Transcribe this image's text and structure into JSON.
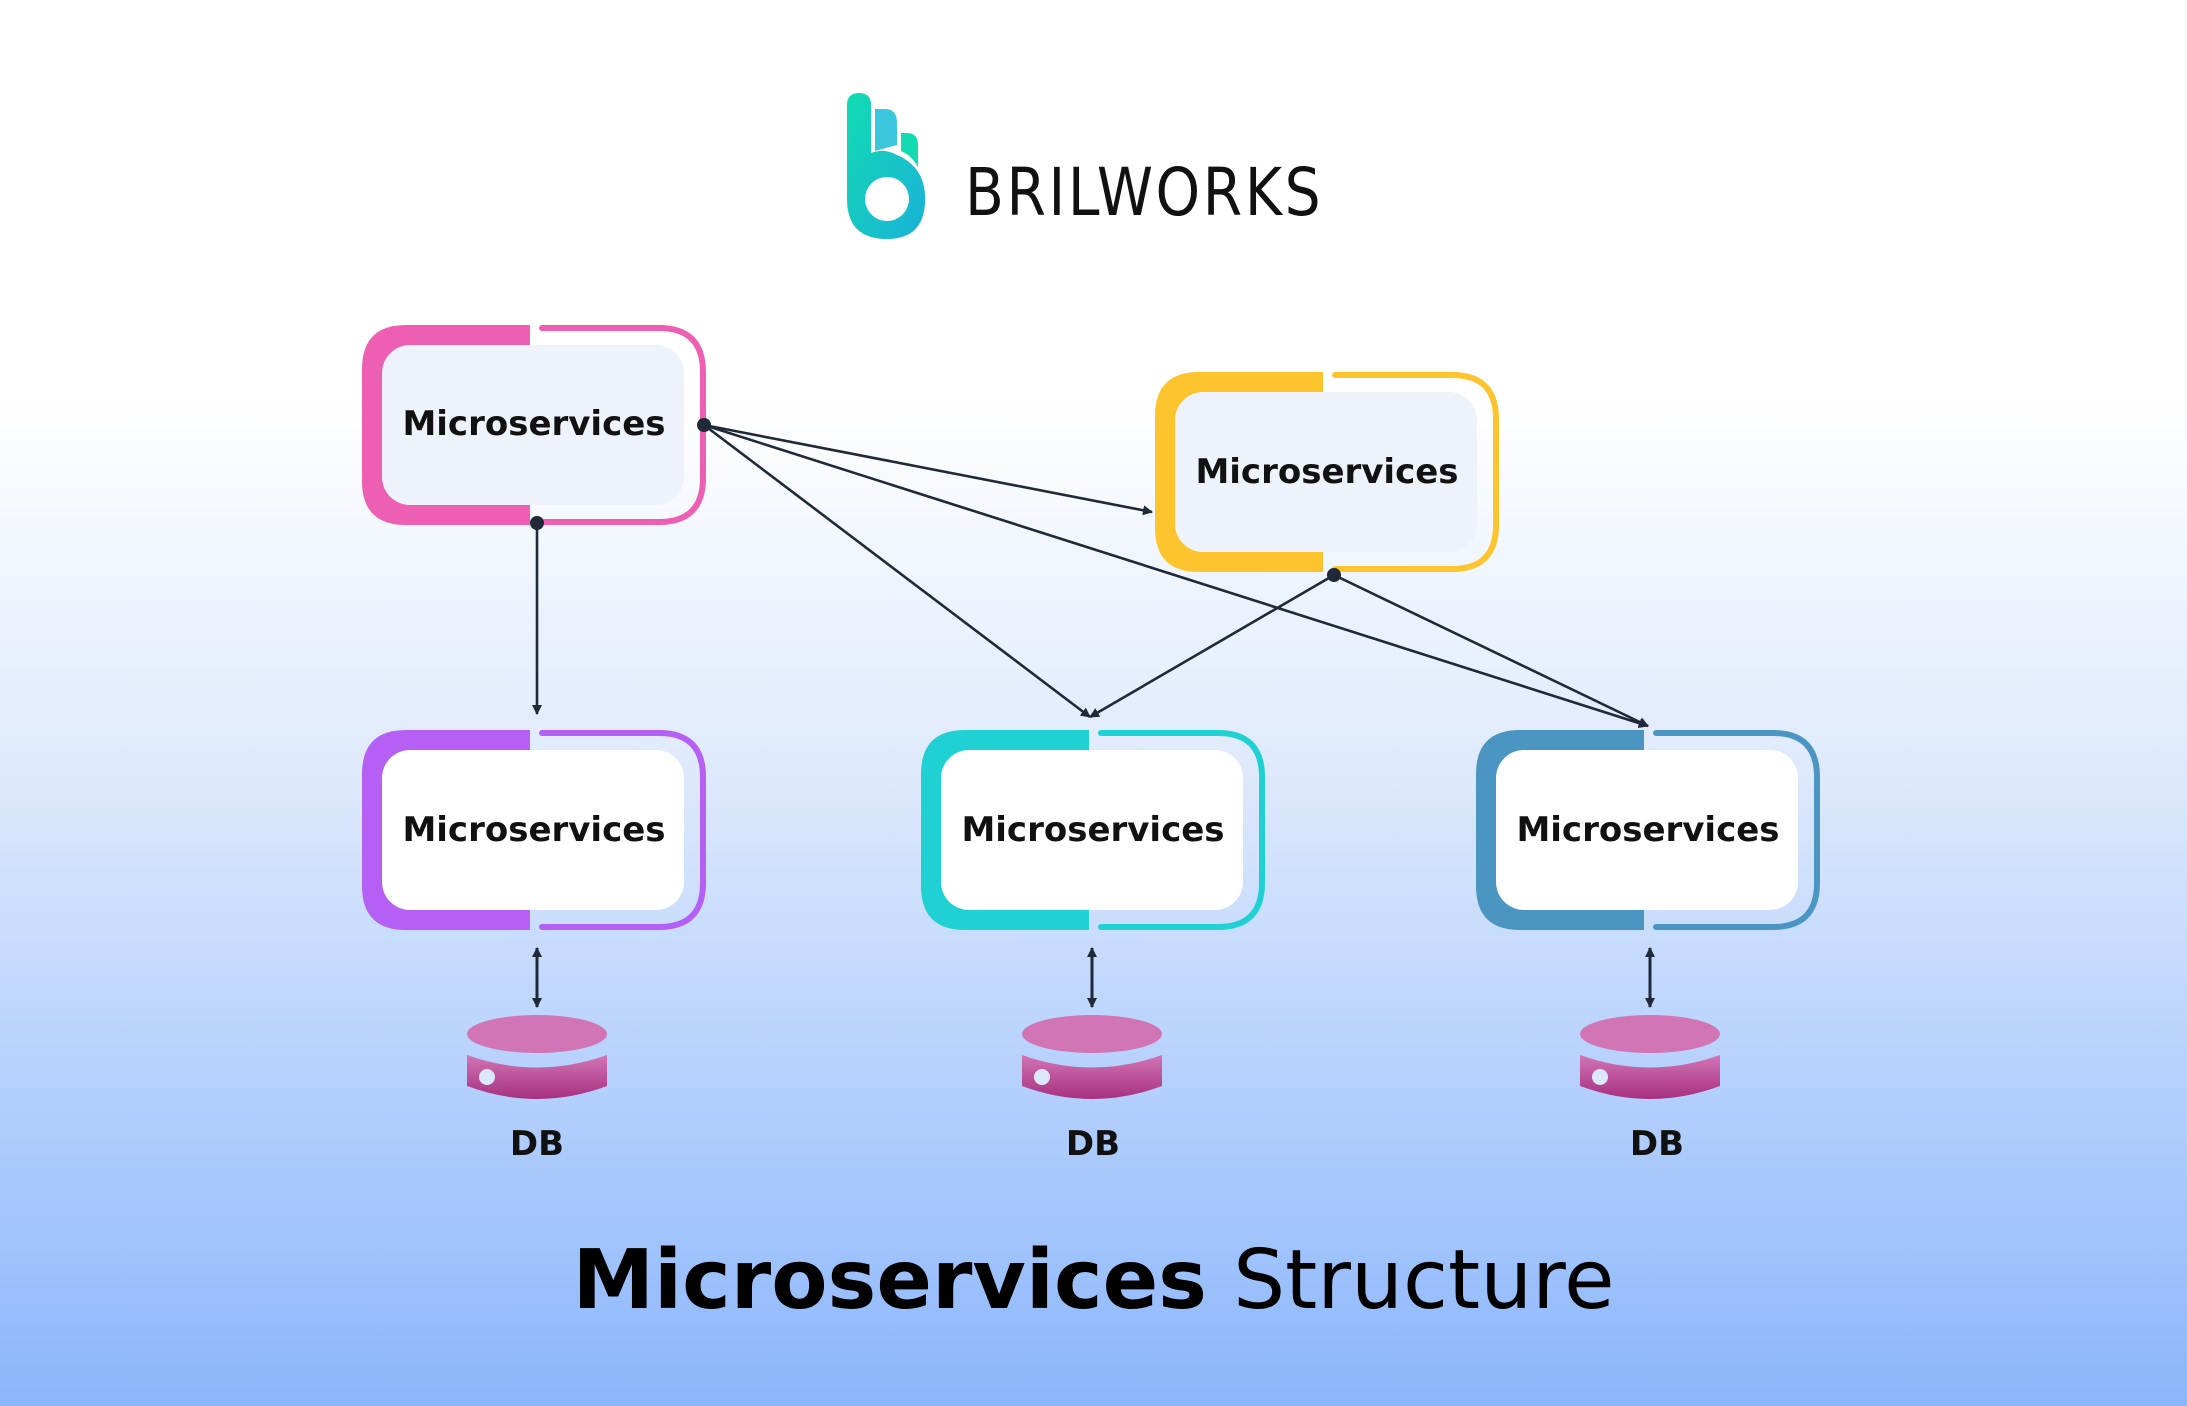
{
  "brand": {
    "name": "BRILWORKS",
    "logo_icon": "brilworks-b-logo-icon",
    "colors": {
      "logo_gradient_start": "#12dbb2",
      "logo_gradient_end": "#1ab2d8"
    }
  },
  "diagram": {
    "nodes": [
      {
        "id": "ms-top-left",
        "label": "Microservices",
        "color": "#ec5fb2",
        "inner": "#eef3fb"
      },
      {
        "id": "ms-top-right",
        "label": "Microservices",
        "color": "#fdc42d",
        "inner": "#eef3fb"
      },
      {
        "id": "ms-bottom-left",
        "label": "Microservices",
        "color": "#b55ff5",
        "inner": "#ffffff"
      },
      {
        "id": "ms-bottom-center",
        "label": "Microservices",
        "color": "#20d1d4",
        "inner": "#ffffff"
      },
      {
        "id": "ms-bottom-right",
        "label": "Microservices",
        "color": "#4b95c2",
        "inner": "#ffffff"
      }
    ],
    "databases": [
      {
        "id": "db-left",
        "label": "DB",
        "connected_to": "ms-bottom-left"
      },
      {
        "id": "db-center",
        "label": "DB",
        "connected_to": "ms-bottom-center"
      },
      {
        "id": "db-right",
        "label": "DB",
        "connected_to": "ms-bottom-right"
      }
    ],
    "edges": [
      {
        "from": "ms-top-left",
        "to": "ms-top-right",
        "type": "one-way"
      },
      {
        "from": "ms-top-left",
        "to": "ms-bottom-left",
        "type": "one-way"
      },
      {
        "from": "ms-top-left",
        "to": "ms-bottom-center",
        "type": "one-way"
      },
      {
        "from": "ms-top-left",
        "to": "ms-bottom-right",
        "type": "one-way"
      },
      {
        "from": "ms-top-right",
        "to": "ms-bottom-center",
        "type": "one-way"
      },
      {
        "from": "ms-top-right",
        "to": "ms-bottom-right",
        "type": "one-way"
      },
      {
        "from": "ms-bottom-left",
        "to": "db-left",
        "type": "two-way"
      },
      {
        "from": "ms-bottom-center",
        "to": "db-center",
        "type": "two-way"
      },
      {
        "from": "ms-bottom-right",
        "to": "db-right",
        "type": "two-way"
      }
    ],
    "db_color_top": "#d175b5",
    "db_color_bottom": "#a7307f",
    "line_color": "#1f2937"
  },
  "title": {
    "bold": "Microservices",
    "regular": "Structure"
  }
}
